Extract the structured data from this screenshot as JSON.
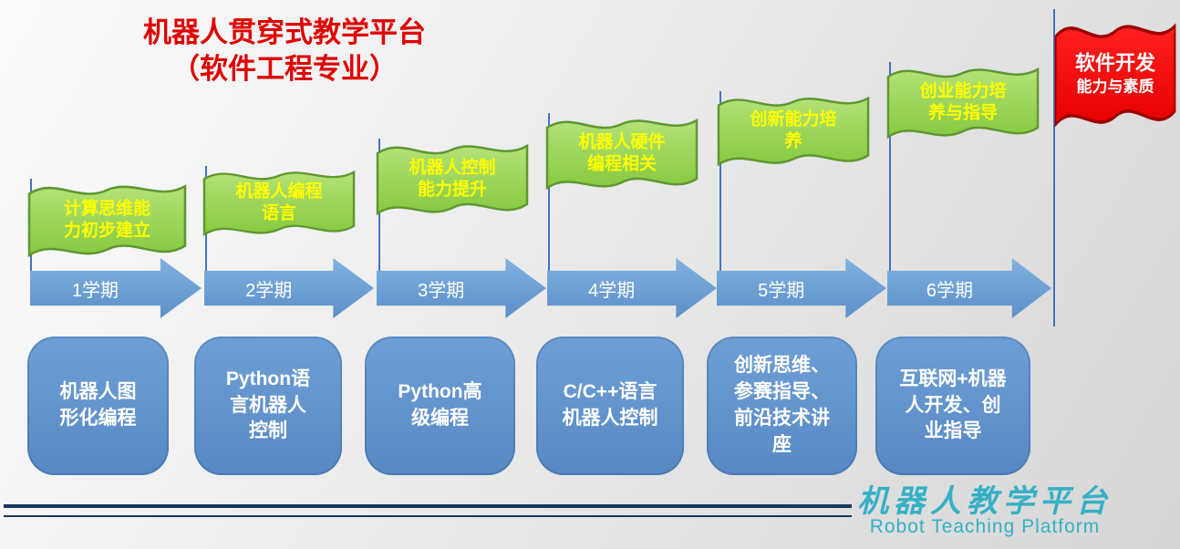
{
  "title": {
    "line1": "机器人贯穿式教学平台",
    "line2": "（软件工程专业）"
  },
  "flags": [
    {
      "label": "计算思维能力初步建立"
    },
    {
      "label": "机器人编程语言"
    },
    {
      "label": "机器人控制能力提升"
    },
    {
      "label": "机器人硬件编程相关"
    },
    {
      "label": "创新能力培养"
    },
    {
      "label": "创业能力培养与指导"
    }
  ],
  "goal_flag": {
    "line1": "软件开发",
    "line2": "能力与素质"
  },
  "semesters": [
    {
      "label": "1学期"
    },
    {
      "label": "2学期"
    },
    {
      "label": "3学期"
    },
    {
      "label": "4学期"
    },
    {
      "label": "5学期"
    },
    {
      "label": "6学期"
    }
  ],
  "courses": [
    {
      "label": "机器人图形化编程"
    },
    {
      "label": "Python语言机器人控制"
    },
    {
      "label": "Python高级编程"
    },
    {
      "label": "C/C++语言机器人控制"
    },
    {
      "label": "创新思维、参赛指导、前沿技术讲座"
    },
    {
      "label": "互联网+机器人开发、创业指导"
    }
  ],
  "logo": {
    "cn": "机器人教学平台",
    "en": "Robot Teaching Platform"
  },
  "colors": {
    "title_red": "#e00000",
    "flag_green": "#8cc63e",
    "flag_text_yellow": "#ffff00",
    "goal_flag_red": "#ff0000",
    "arrow_blue": "#5d8fc9",
    "card_blue": "#5788c4",
    "pole_blue": "#4472c4",
    "divider_navy": "#17375e",
    "logo_teal": "#35b0c6"
  }
}
